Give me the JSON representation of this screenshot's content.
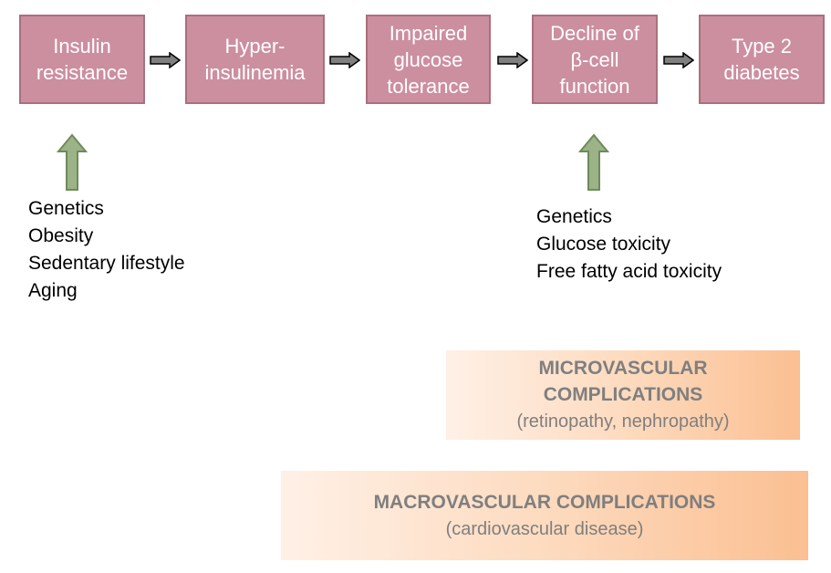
{
  "flow": [
    {
      "label": "Insulin\nresistance"
    },
    {
      "label": "Hyper-\ninsulinemia"
    },
    {
      "label": "Impaired\nglucose\ntolerance"
    },
    {
      "label": "Decline of\nβ-cell\nfunction"
    },
    {
      "label": "Type 2\ndiabetes"
    }
  ],
  "risk_factors_left": [
    "Genetics",
    "Obesity",
    "Sedentary lifestyle",
    "Aging"
  ],
  "risk_factors_right": [
    "Genetics",
    "Glucose toxicity",
    "Free fatty acid toxicity"
  ],
  "microvascular": {
    "title": "MICROVASCULAR\nCOMPLICATIONS",
    "subtitle": "(retinopathy, nephropathy)"
  },
  "macrovascular": {
    "title": "MACROVASCULAR COMPLICATIONS",
    "subtitle": "(cardiovascular disease)"
  },
  "colors": {
    "box_fill": "#cc8fa0",
    "box_border": "#a9707f",
    "up_arrow_fill": "#9bb387",
    "up_arrow_stroke": "#6e8a5c",
    "flow_arrow_fill": "#808080"
  }
}
